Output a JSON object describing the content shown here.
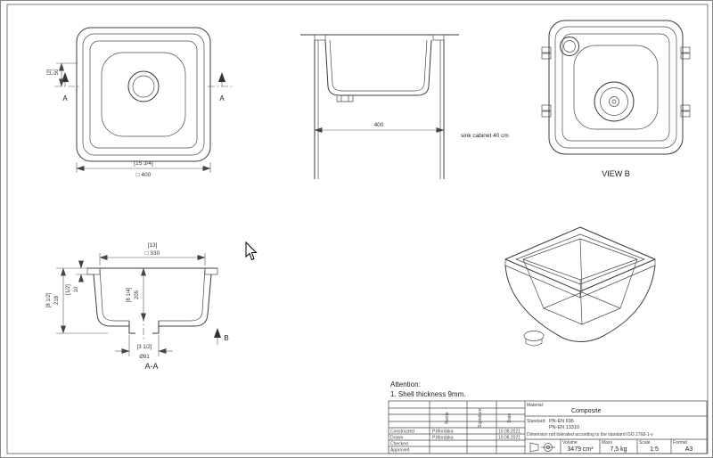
{
  "views": {
    "plan": {
      "dim_width_bracket": "[15 3/4]",
      "dim_width": "□ 400",
      "dim_offset_bracket": "[2]",
      "dim_offset": "50",
      "section_label": "A"
    },
    "front": {
      "dim_cabinet": "400",
      "cabinet_note": "sink cabinet 40 cm"
    },
    "view_b": {
      "label": "VIEW B"
    },
    "section_aa": {
      "label": "A-A",
      "dim_top_bracket": "[13]",
      "dim_top": "□ 330",
      "dim_height_bracket": "[8 1/2]",
      "dim_height": "218",
      "dim_rim_bracket": "[1/2]",
      "dim_rim": "10",
      "dim_depth_bracket": "[8 1/4]",
      "dim_depth": "205",
      "dim_drain_bracket": "[3 1/2]",
      "dim_drain": "Ø91",
      "direction_label": "B"
    }
  },
  "notes": {
    "attention_title": "Attention:",
    "attention_item": "1. Shell thickness 9mm."
  },
  "title_block": {
    "material_label": "Material:",
    "material": "Composite",
    "standard_label": "Standard:",
    "standards": [
      "PN-EN 695",
      "PN-EN 13310"
    ],
    "tolerance_note": "Dimension not tolerated according to the standard ISO 2768-1-v",
    "col_name": "Name",
    "col_signature": "Signature",
    "col_date": "Date",
    "rows": [
      {
        "role": "Constructed",
        "name": "P.Mordaka",
        "date": "10.08.2021"
      },
      {
        "role": "Drawn",
        "name": "P.Mordaka",
        "date": "10.08.2021"
      },
      {
        "role": "Checked",
        "name": "",
        "date": ""
      },
      {
        "role": "Approved",
        "name": "",
        "date": ""
      }
    ],
    "volume_label": "Volume",
    "volume": "3479 cm³",
    "mass_label": "Mass",
    "mass": "7,5 kg",
    "scale_label": "Scale",
    "scale": "1:5",
    "format_label": "Format",
    "format": "A3"
  }
}
